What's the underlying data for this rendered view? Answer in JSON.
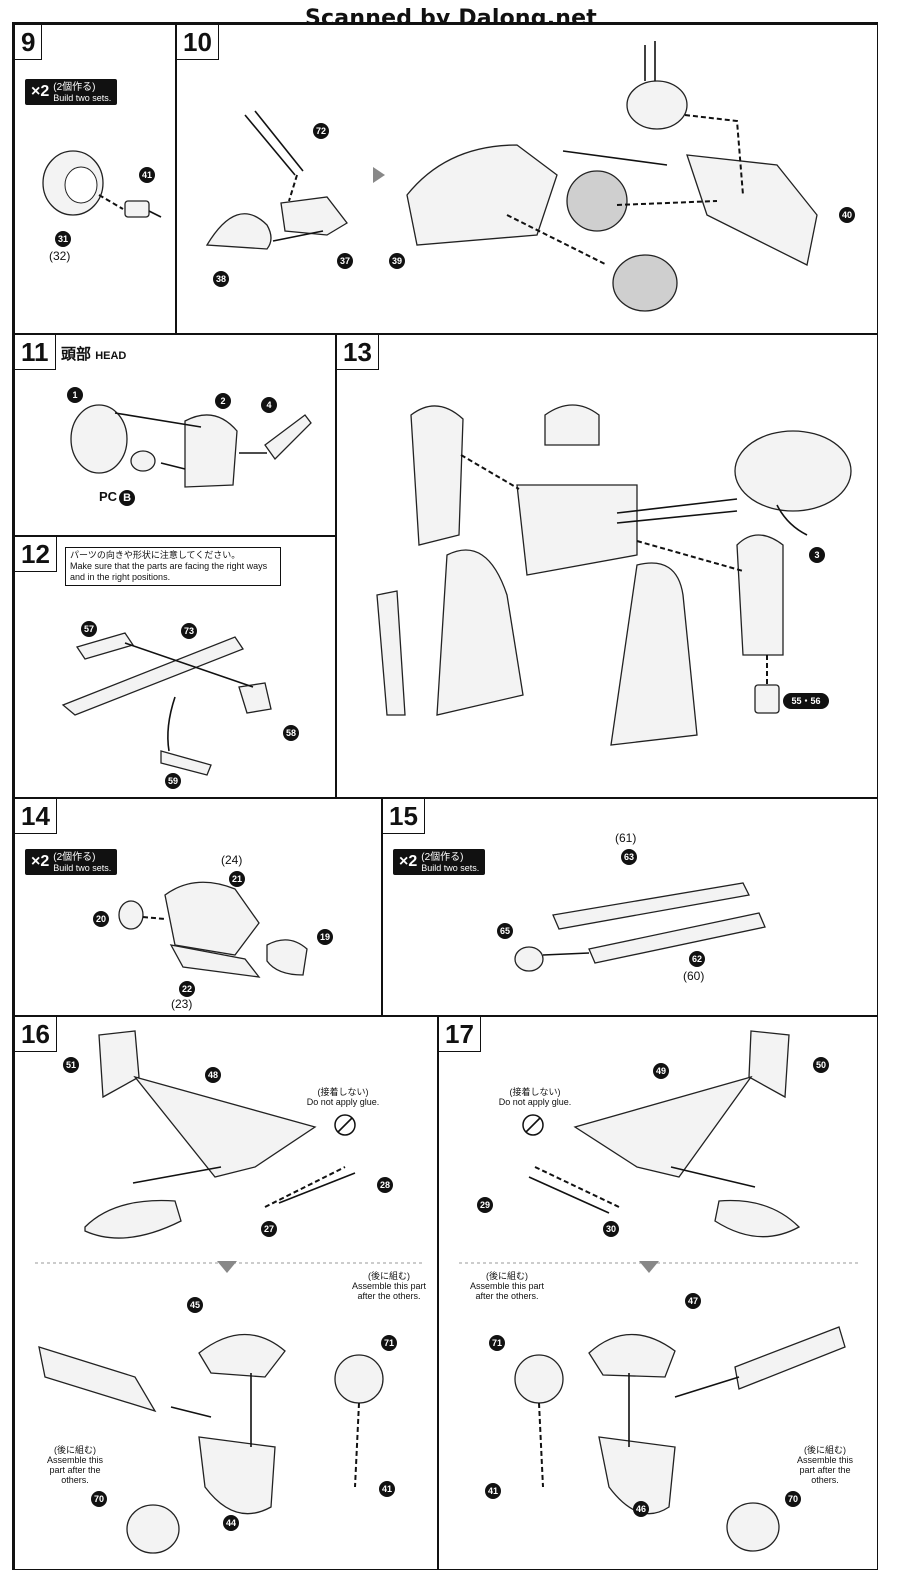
{
  "header": {
    "watermark": "Scanned by Dalong.net"
  },
  "steps": {
    "s9": {
      "number": "9",
      "badge_x": "×2",
      "badge_jp": "(2個作る)",
      "badge_en": "Build two sets.",
      "parts": [
        "41",
        "31"
      ],
      "paren": "(32)"
    },
    "s10": {
      "number": "10",
      "parts": [
        "72",
        "38",
        "37",
        "39",
        "40"
      ]
    },
    "s11": {
      "number": "11",
      "title_jp": "頭部",
      "title_en": "HEAD",
      "parts": [
        "1",
        "2",
        "4"
      ],
      "pc_label": "PC",
      "pc_letter": "B"
    },
    "s12": {
      "number": "12",
      "note_jp": "パーツの向きや形状に注意してください。",
      "note_en": "Make sure that the parts are facing the right ways and in the right positions.",
      "parts": [
        "57",
        "73",
        "58",
        "59"
      ]
    },
    "s13": {
      "number": "13",
      "parts": [
        "3",
        "55・56"
      ]
    },
    "s14": {
      "number": "14",
      "badge_x": "×2",
      "badge_jp": "(2個作る)",
      "badge_en": "Build two sets.",
      "paren_top": "(24)",
      "parts": [
        "21",
        "20",
        "19",
        "22"
      ],
      "paren_bottom": "(23)"
    },
    "s15": {
      "number": "15",
      "badge_x": "×2",
      "badge_jp": "(2個作る)",
      "badge_en": "Build two sets.",
      "paren_top": "(61)",
      "parts": [
        "63",
        "65",
        "62"
      ],
      "paren_bottom": "(60)"
    },
    "s16": {
      "number": "16",
      "glue_jp": "(接着しない)",
      "glue_en": "Do not apply glue.",
      "later_jp": "(後に組む)",
      "later_en": "Assemble this part after the others.",
      "parts_top": [
        "51",
        "48",
        "28",
        "27"
      ],
      "parts_bottom": [
        "45",
        "71",
        "70",
        "44",
        "41"
      ]
    },
    "s17": {
      "number": "17",
      "glue_jp": "(接着しない)",
      "glue_en": "Do not apply glue.",
      "later_jp": "(後に組む)",
      "later_en": "Assemble this part after the others.",
      "parts_top": [
        "49",
        "50",
        "29",
        "30"
      ],
      "parts_bottom": [
        "47",
        "71",
        "41",
        "46",
        "70"
      ]
    }
  }
}
